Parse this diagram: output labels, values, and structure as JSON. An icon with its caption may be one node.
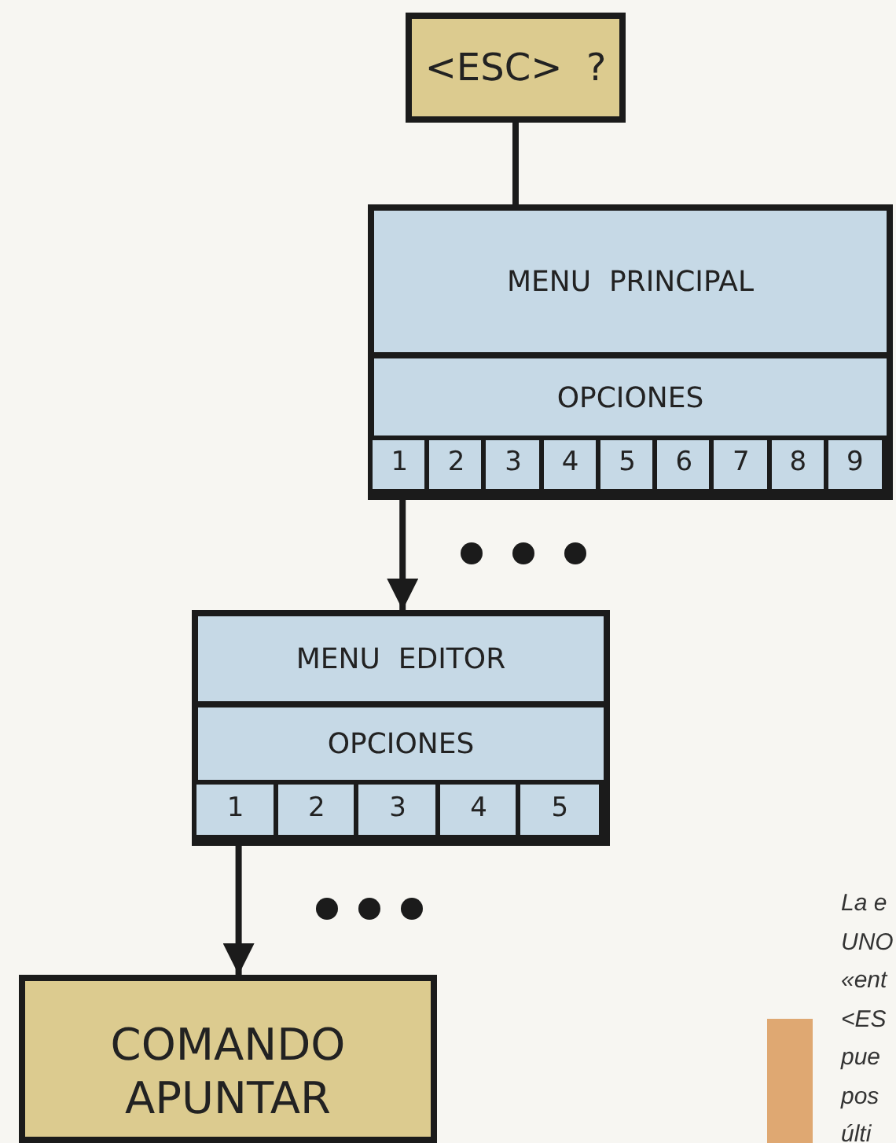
{
  "diagram": {
    "nodes": [
      {
        "text": [
          "<ESC>  ?"
        ]
      },
      {
        "text": [
          "MENU  PRINCIPAL",
          "OPCIONES"
        ]
      },
      {
        "text": [
          "1"
        ],
        "in": 1
      },
      {
        "text": [
          "2"
        ],
        "in": 1
      },
      {
        "text": [
          "3"
        ],
        "in": 1
      },
      {
        "text": [
          "4"
        ],
        "in": 1
      },
      {
        "text": [
          "5"
        ],
        "in": 1
      },
      {
        "text": [
          "6"
        ],
        "in": 1
      },
      {
        "text": [
          "7"
        ],
        "in": 1
      },
      {
        "text": [
          "8"
        ],
        "in": 1
      },
      {
        "text": [
          "9"
        ],
        "in": 1
      },
      {
        "text": [
          "MENU  EDITOR",
          "OPCIONES"
        ]
      },
      {
        "text": [
          "1"
        ],
        "in": 11
      },
      {
        "text": [
          "2"
        ],
        "in": 11
      },
      {
        "text": [
          "3"
        ],
        "in": 11
      },
      {
        "text": [
          "4"
        ],
        "in": 11
      },
      {
        "text": [
          "5"
        ],
        "in": 11
      },
      {
        "text": [
          "COMANDO APUNTAR"
        ]
      }
    ],
    "edges": [
      {
        "from": 0,
        "to": 1,
        "arrow": "none"
      },
      {
        "from": 2,
        "to": 11,
        "arrow": "to"
      },
      {
        "from": 12,
        "to": 17,
        "arrow": "to"
      }
    ],
    "labels": [
      "La e UNO «ent <ES pue pos últi"
    ]
  }
}
